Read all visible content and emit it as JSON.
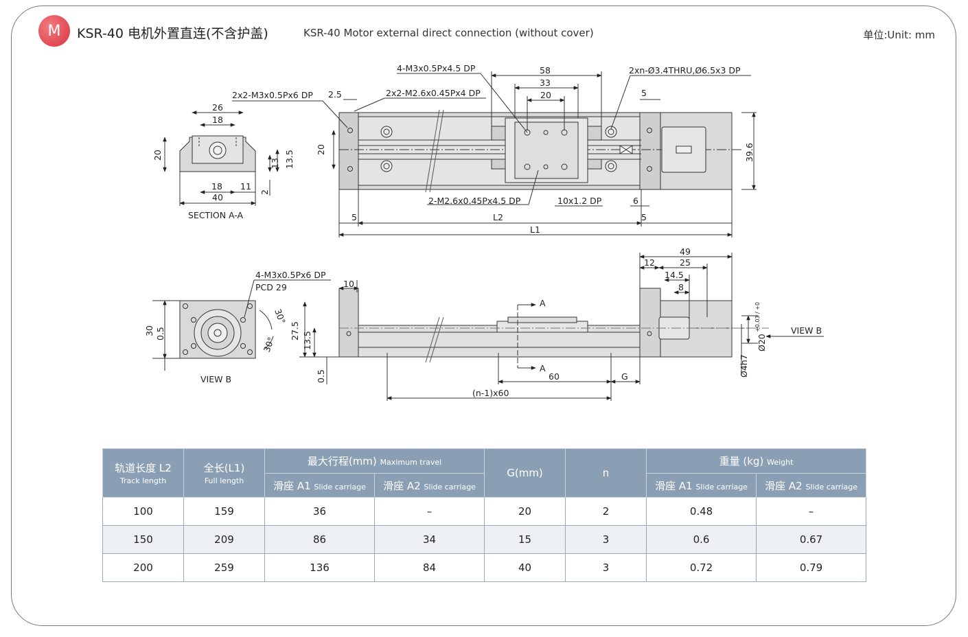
{
  "header": {
    "badge": "M",
    "title_zh": "KSR-40 电机外置直连(不含护盖)",
    "title_en": "KSR-40 Motor  external direct connection (without cover)",
    "unit": "单位:Unit: mm"
  },
  "drawing": {
    "top_view": {
      "callout_tap_left": "2x2-M3x0.5Px6 DP",
      "callout_tap_right": "2x2-M2.6x0.45Px4 DP",
      "callout_carriage": "4-M3x0.5Px4.5 DP",
      "callout_thru": "2xn-Ø3.4THRU,Ø6.5x3 DP",
      "callout_bottom_tap": "2-M2.6x0.45Px4.5 DP",
      "callout_slot": "10x1.2 DP",
      "dim_58": "58",
      "dim_33": "33",
      "dim_20_top": "20",
      "dim_2_5": "2.5",
      "dim_5_top": "5",
      "dim_20_left": "20",
      "dim_39_6": "39.6",
      "dim_6": "6",
      "dim_5_left": "5",
      "dim_5_right": "5",
      "dim_L2": "L2",
      "dim_L1": "L1"
    },
    "section": {
      "label": "SECTION A-A",
      "dim_26": "26",
      "dim_18_top": "18",
      "dim_20": "20",
      "dim_13": "13",
      "dim_13_5": "13.5",
      "dim_18_bot": "18",
      "dim_11": "11",
      "dim_40": "40",
      "dim_2": "2"
    },
    "view_b": {
      "label": "VIEW B",
      "callout_tap": "4-M3x0.5Px6 DP",
      "callout_pcd": "PCD 29",
      "dim_30": "30",
      "dim_0_5": "0.5",
      "angle_top": "30°",
      "angle_bot": "30°"
    },
    "side_view": {
      "dim_10": "10",
      "dim_27_5": "27.5",
      "dim_13_5": "13.5",
      "dim_0_5": "0.5",
      "section_mark": "A",
      "dim_60": "60",
      "dim_G": "G",
      "dim_n60": "(n-1)x60",
      "dim_49": "49",
      "dim_12": "12",
      "dim_25": "25",
      "dim_14_5": "14.5",
      "dim_8": "8",
      "view_b_arrow": "VIEW B",
      "dim_phi20": "Ø20",
      "dim_tol": "+0.03 / +0",
      "dim_phi4": "Ø4h7"
    }
  },
  "table": {
    "header": {
      "track_zh": "轨道长度 L2",
      "track_en": "Track length",
      "full_zh": "全长(L1)",
      "full_en": "Full length",
      "travel_zh": "最大行程(mm)",
      "travel_en": "Maximum travel",
      "g": "G(mm)",
      "n": "n",
      "weight_zh": "重量 (kg)",
      "weight_en": "Weight",
      "a1_zh": "滑座 A1",
      "a1_en": "Slide carriage",
      "a2_zh": "滑座 A2",
      "a2_en": "Slide carriage"
    },
    "rows": [
      [
        "100",
        "159",
        "36",
        "–",
        "20",
        "2",
        "0.48",
        "–"
      ],
      [
        "150",
        "209",
        "86",
        "34",
        "15",
        "3",
        "0.6",
        "0.67"
      ],
      [
        "200",
        "259",
        "136",
        "84",
        "40",
        "3",
        "0.72",
        "0.79"
      ]
    ]
  }
}
